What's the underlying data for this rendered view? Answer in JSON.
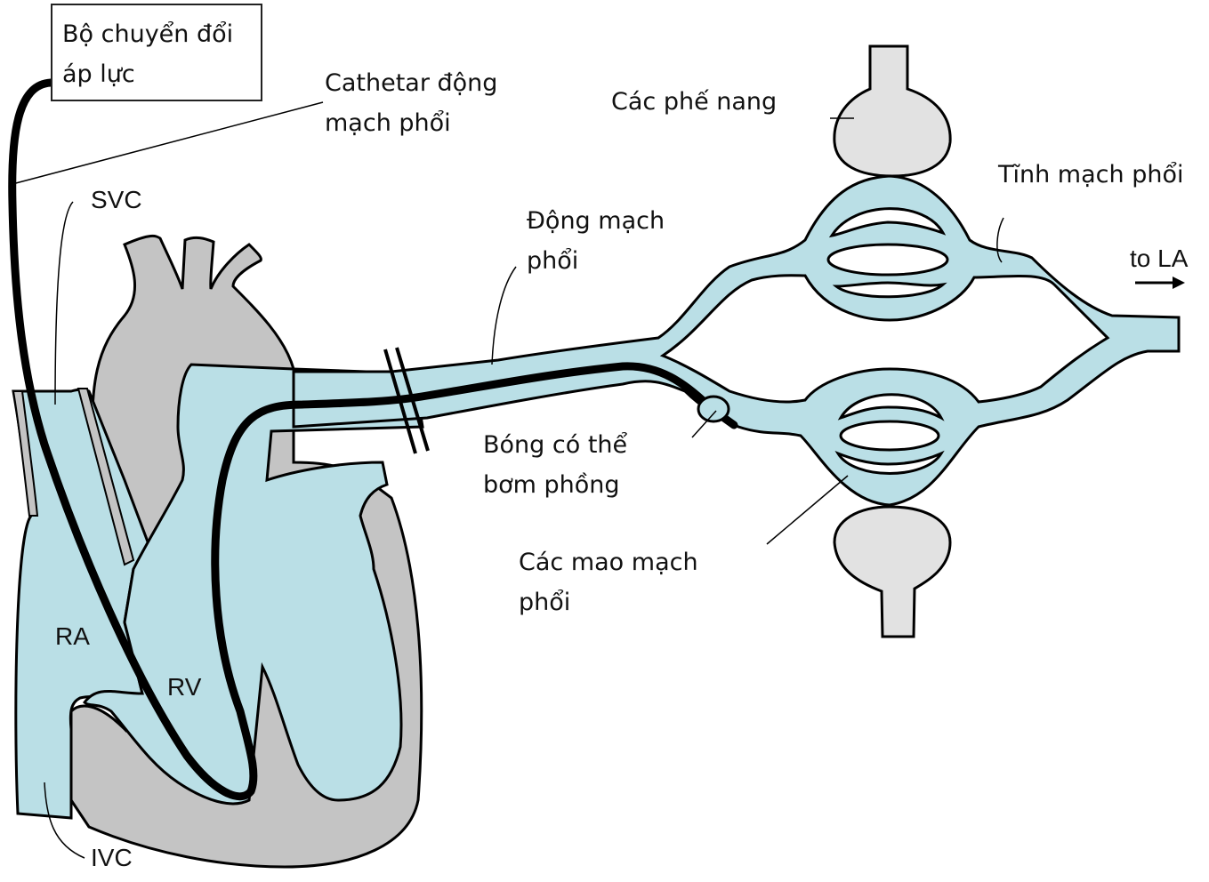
{
  "title": "Pulmonary artery catheter diagram",
  "colors": {
    "blood": "#badfe6",
    "tissue": "#c4c4c4",
    "alveoli": "#e2e2e2",
    "outline": "#000000",
    "background": "#ffffff"
  },
  "labels": {
    "transducer": [
      "Bộ chuyển đổi",
      "áp lực"
    ],
    "catheter": [
      "Cathetar động",
      "mạch phổi"
    ],
    "alveoli": "Các phế nang",
    "pulmonary_vein": "Tĩnh mạch phổi",
    "pulmonary_artery": [
      "Động mạch",
      "phổi"
    ],
    "to_la": "to LA",
    "balloon": [
      "Bóng có thể",
      "bơm phồng"
    ],
    "capillaries": [
      "Các mao mạch",
      "phổi"
    ],
    "svc": "SVC",
    "ra": "RA",
    "rv": "RV",
    "ivc": "IVC"
  }
}
